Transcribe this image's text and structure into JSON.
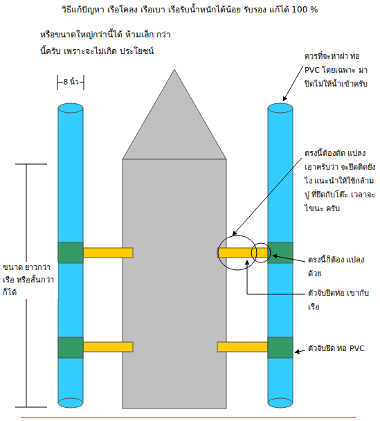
{
  "diagram": {
    "title": "วิธีแก้ปัญหา เรือโคลง เรือเบา เรือรับน้ำหนักได้น้อย  รับรอง แก้ได้ 100 %",
    "labels": [
      "หรือขนาดใหญ่กว่านี้ได้ ห้ามเล็ก กว่านี้ครับ เพราะจะไม่เกิด ประโยชน์",
      "8 นิ้ว",
      "ควรที่จะหาฝา ท่อ PVC โดยเฉพาะ มา ปิดไม่ให้น้ำเข้าครับ",
      "ตรงนี้ต้องดัด แปลงเอาครับว่า จะยึดติดยังไง แนะนำให้ใช้กล้าม ปู ที่ยึดกับโต๊ะ เวลาจะไขนะ ครับ",
      "ตรงนี้ก็ต้อง แปลง ด้วย",
      "ตัวจับยึดท่อ เขากับเรือ",
      "ตัวจับยึด ท่อ PVC",
      "ขนาด ยาวกว่าเรือ หรือสั้นกว่าก็ได้"
    ]
  }
}
